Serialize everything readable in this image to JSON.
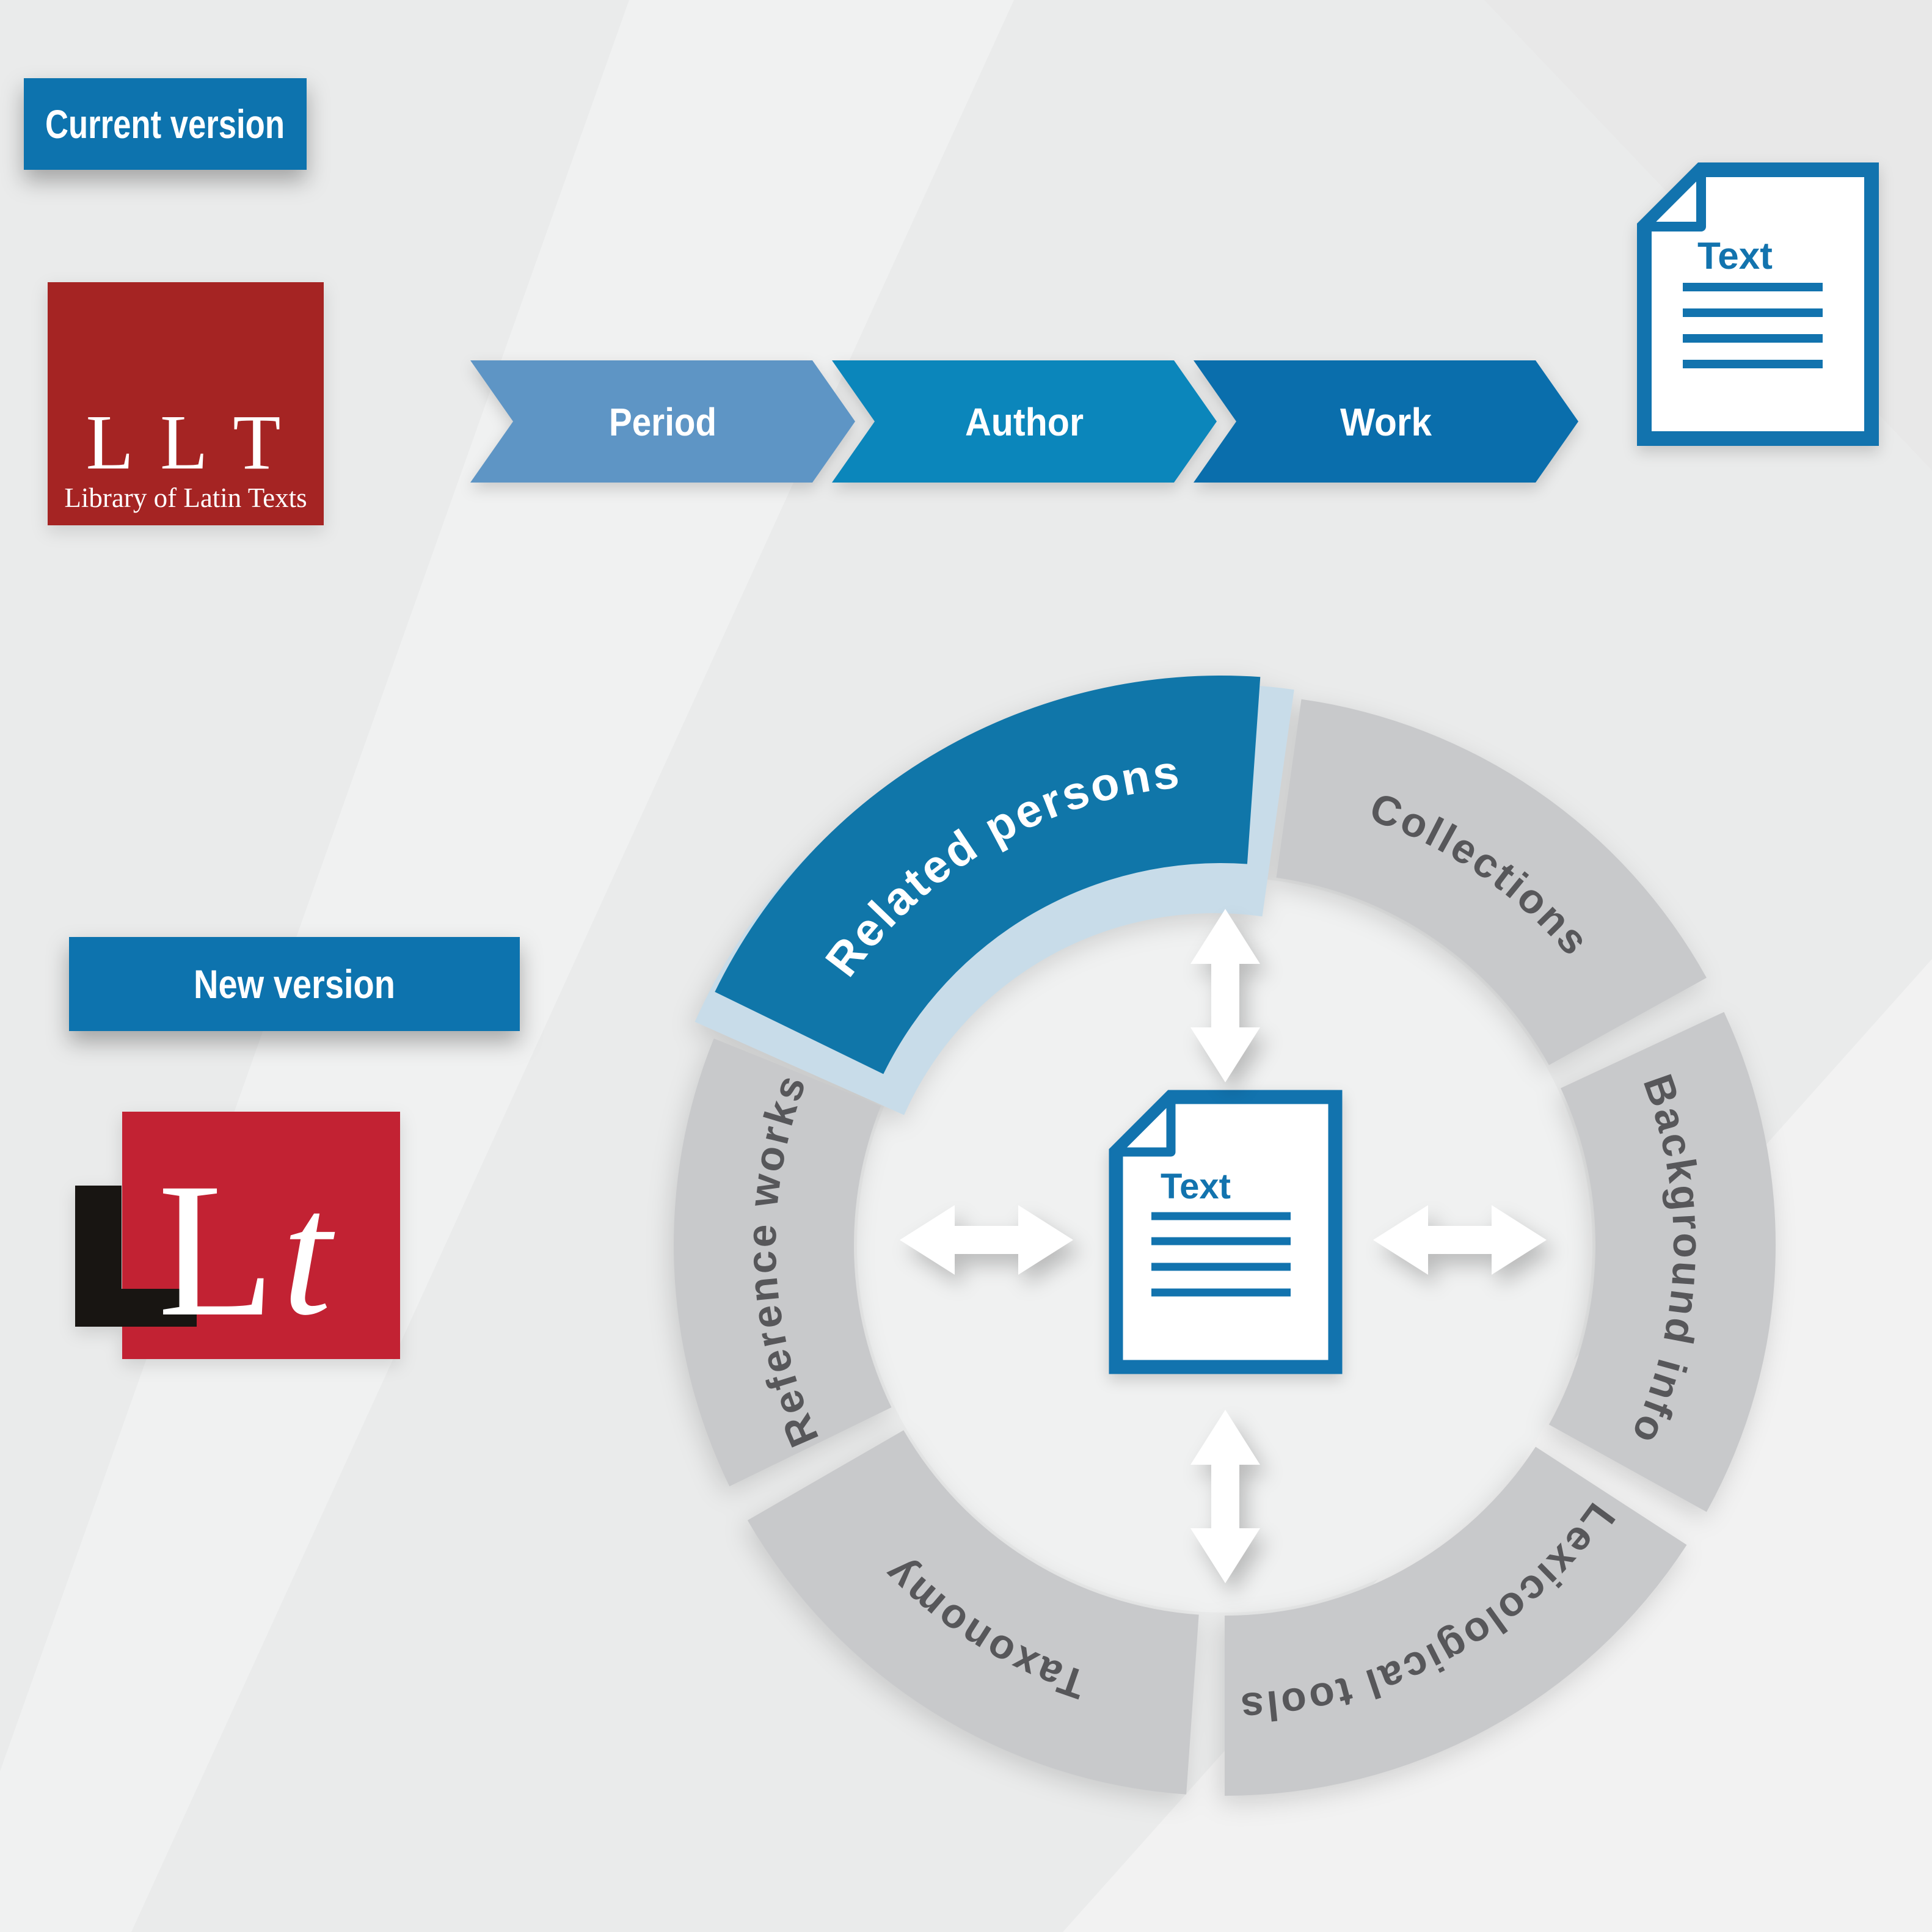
{
  "header": {
    "current_label": "Current version",
    "new_label": "New version"
  },
  "llt_logo": {
    "acronym": "L L T",
    "subtitle": "Library of Latin Texts"
  },
  "lt_logo": {
    "black_letter": "L",
    "white_letter": "L",
    "italic_letter": "t"
  },
  "flow_steps": [
    {
      "label": "Period",
      "color": "#5E95C5"
    },
    {
      "label": "Author",
      "color": "#0B86BB"
    },
    {
      "label": "Work",
      "color": "#0A6EAC"
    }
  ],
  "doc_icon": {
    "label": "Text"
  },
  "ring": {
    "segments": [
      {
        "label": "Related persons",
        "start": 296,
        "end": 364,
        "highlighted": true
      },
      {
        "label": "Collections",
        "start": 8,
        "end": 61,
        "highlighted": false
      },
      {
        "label": "Background info",
        "start": 65,
        "end": 119,
        "highlighted": false
      },
      {
        "label": "Lexicological tools",
        "start": 123,
        "end": 180,
        "highlighted": false
      },
      {
        "label": "Taxonomy",
        "start": 184,
        "end": 240,
        "highlighted": false
      },
      {
        "label": "Reference works",
        "start": 244,
        "end": 292,
        "highlighted": false
      }
    ]
  },
  "colors": {
    "background": "#EAEBEB",
    "band_light": "#F0F1F1",
    "band_lighter": "#F2F2F2",
    "band_dark": "#E6E7E7",
    "title_blue": "#0D73AE",
    "doc_blue": "#1273AE",
    "ring_gray": "#C8C9CB",
    "ring_text": "#57575A",
    "ring_blue": "#1076A9",
    "pale_blue": "#C8DCE9",
    "inner_disk": "#F0F1F1",
    "llt_red": "#A52423",
    "lt_red": "#C22233",
    "logo_black": "#181512",
    "white": "#FFFFFF"
  }
}
